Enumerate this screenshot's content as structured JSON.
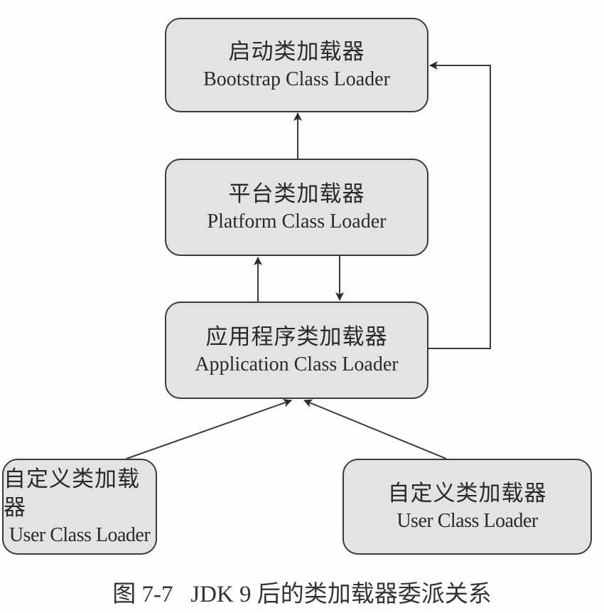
{
  "nodes": {
    "bootstrap": {
      "zh": "启动类加载器",
      "en": "Bootstrap Class Loader"
    },
    "platform": {
      "zh": "平台类加载器",
      "en": "Platform Class Loader"
    },
    "application": {
      "zh": "应用程序类加载器",
      "en": "Application Class Loader"
    },
    "user_left": {
      "zh": "自定义类加载器",
      "en": "User Class Loader"
    },
    "user_right": {
      "zh": "自定义类加载器",
      "en": "User Class Loader"
    }
  },
  "edges": [
    {
      "from": "platform",
      "to": "bootstrap"
    },
    {
      "from": "application",
      "to": "platform"
    },
    {
      "from": "platform",
      "to": "application"
    },
    {
      "from": "application",
      "to": "bootstrap"
    },
    {
      "from": "user_left",
      "to": "application"
    },
    {
      "from": "user_right",
      "to": "application"
    }
  ],
  "caption": "图 7-7   JDK 9 后的类加载器委派关系",
  "colors": {
    "box_fill": "#e3e3e3",
    "stroke": "#3a3a3a"
  }
}
